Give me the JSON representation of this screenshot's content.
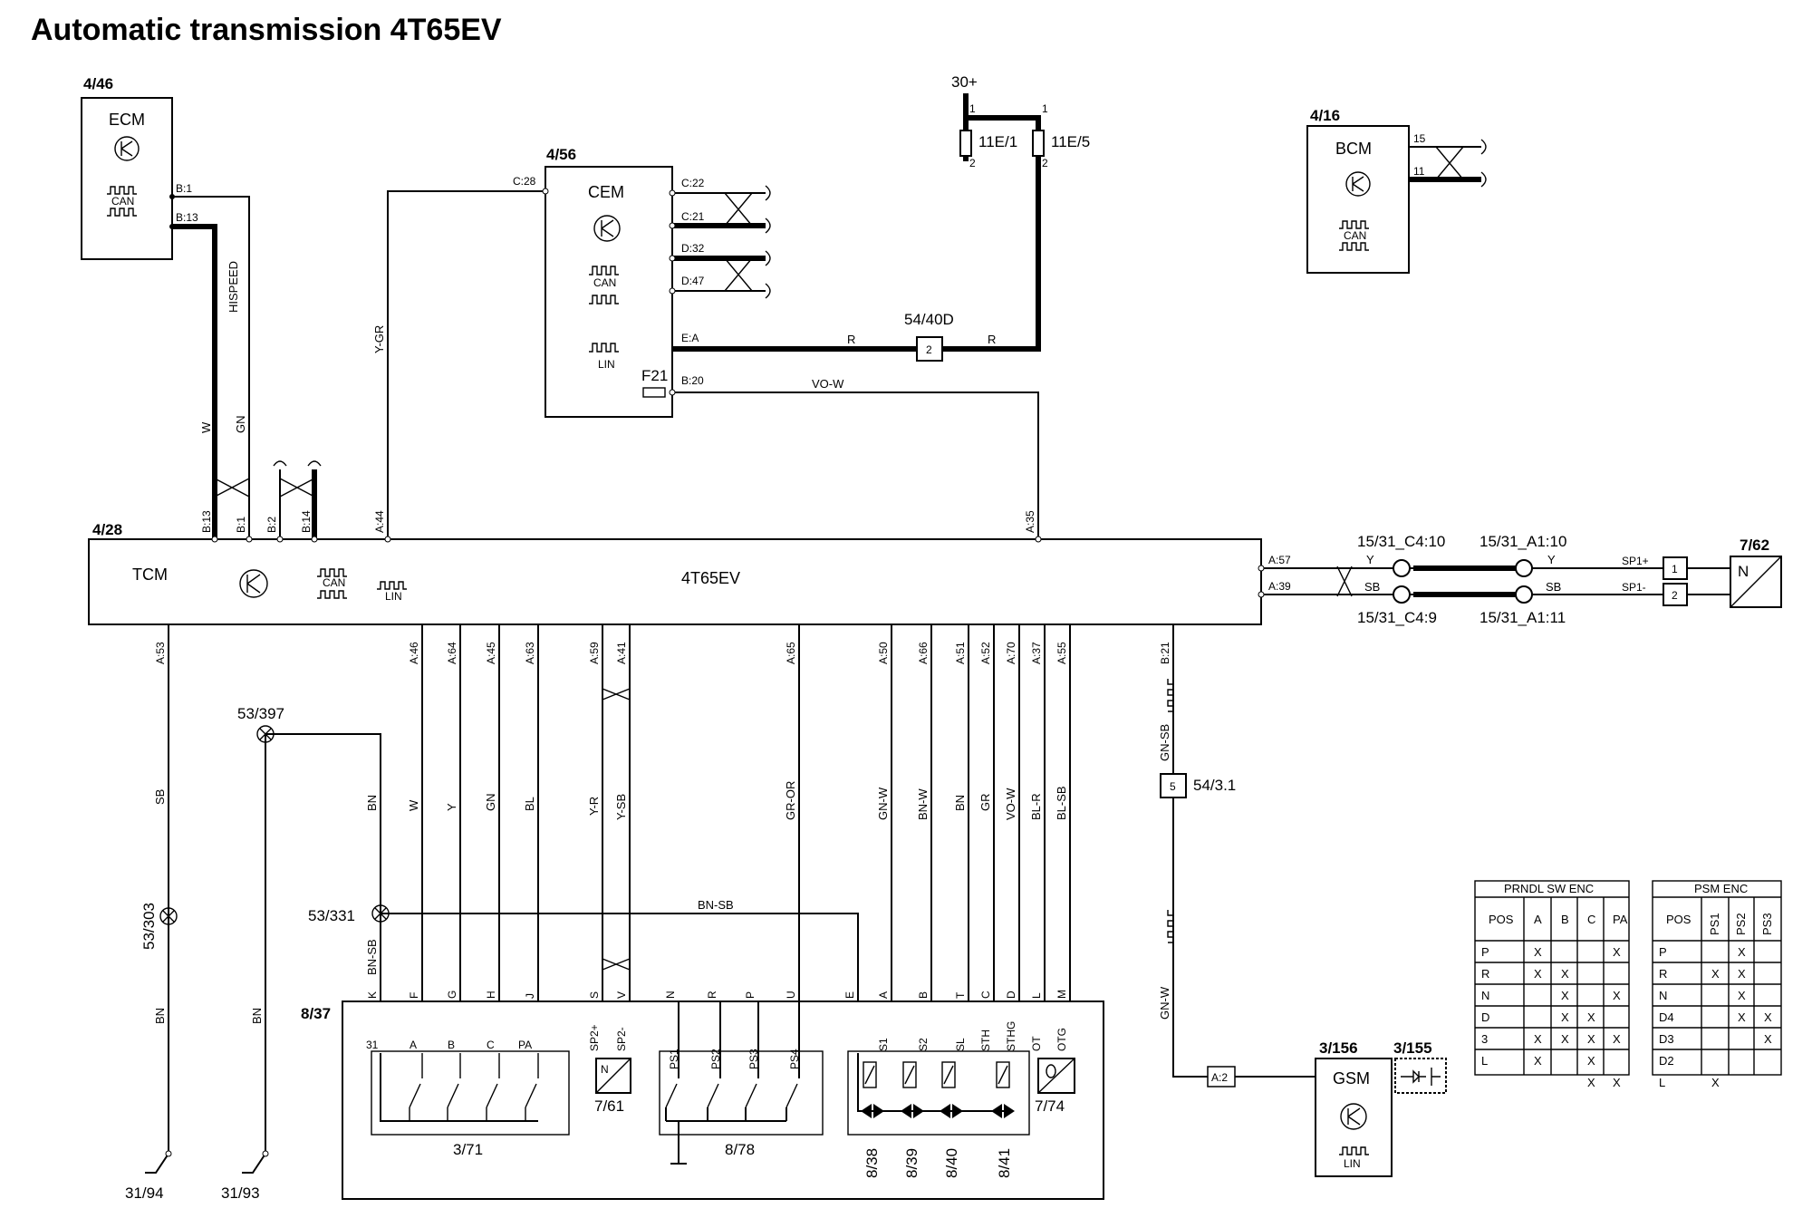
{
  "title": "Automatic transmission 4T65EV",
  "modules": {
    "ecm": {
      "ref": "4/46",
      "name": "ECM",
      "can": "CAN",
      "pins": [
        "B:1",
        "B:13"
      ]
    },
    "cem": {
      "ref": "4/56",
      "name": "CEM",
      "can": "CAN",
      "lin": "LIN",
      "fuse": "F21",
      "pins": [
        "C:28",
        "C:22",
        "C:21",
        "D:32",
        "D:47",
        "E:A",
        "B:20"
      ]
    },
    "bcm": {
      "ref": "4/16",
      "name": "BCM",
      "can": "CAN",
      "pins": [
        "15",
        "11"
      ]
    },
    "tcm": {
      "ref": "4/28",
      "name": "TCM",
      "model": "4T65EV",
      "can": "CAN",
      "lin": "LIN",
      "top_pins": [
        "B:13",
        "B:1",
        "B:2",
        "B:14",
        "A:44",
        "A:35"
      ],
      "right_pins": [
        "A:57",
        "A:39"
      ],
      "bottom_pins": [
        "A:53",
        "A:46",
        "A:64",
        "A:45",
        "A:63",
        "A:59",
        "A:41",
        "A:65",
        "A:50",
        "A:66",
        "A:51",
        "A:52",
        "A:70",
        "A:37",
        "A:55",
        "B:21"
      ]
    },
    "gsm": {
      "ref": "3/156",
      "name": "GSM",
      "lin": "LIN",
      "pin": "A:2"
    },
    "switch": {
      "ref": "3/155"
    },
    "speed_sensor_out": {
      "ref": "7/62",
      "symbol": "N",
      "pins": [
        "1",
        "2"
      ]
    },
    "transmission": {
      "ref": "8/37"
    }
  },
  "power": {
    "supply": "30+",
    "fuse_a": "11E/1",
    "fuse_b": "11E/5",
    "pin1": "1",
    "pin2": "2",
    "connector": "54/40D",
    "connector_pin": "2"
  },
  "wire_colors": {
    "hispeed": "HISPEED",
    "w": "W",
    "gn": "GN",
    "ygr": "Y-GR",
    "r": "R",
    "vow": "VO-W",
    "sb": "SB",
    "bn": "BN",
    "y": "Y",
    "bl": "BL",
    "yr": "Y-R",
    "ysb": "Y-SB",
    "gror": "GR-OR",
    "gnw": "GN-W",
    "bnw": "BN-W",
    "gr": "GR",
    "blr": "BL-R",
    "blsb": "BL-SB",
    "gnsb": "GN-SB",
    "bnsb": "BN-SB"
  },
  "splices": {
    "s397": "53/397",
    "s303": "53/303",
    "s331": "53/331",
    "bus": "BN-SB"
  },
  "grounds": [
    "31/94",
    "31/93"
  ],
  "connectors": {
    "c4_10": "15/31_C4:10",
    "a1_10": "15/31_A1:10",
    "c4_9": "15/31_C4:9",
    "a1_11": "15/31_A1:11",
    "c54": "54/3.1",
    "c54_pin": "5",
    "sp1p": "SP1+",
    "sp1m": "SP1-"
  },
  "tr_pins": [
    "K",
    "F",
    "G",
    "H",
    "J",
    "S",
    "V",
    "N",
    "R",
    "P",
    "U",
    "E",
    "A",
    "B",
    "T",
    "C",
    "D",
    "L",
    "M"
  ],
  "tr_inner": {
    "prndl": [
      "31",
      "A",
      "B",
      "C",
      "PA"
    ],
    "sp": [
      "SP2+",
      "SP2-"
    ],
    "ps": [
      "PS1",
      "PS2",
      "PS3",
      "PS4"
    ],
    "sol": [
      "S1",
      "S2",
      "SL",
      "STH",
      "STHG"
    ],
    "temp": [
      "OT",
      "OTG"
    ]
  },
  "tr_refs": {
    "prndl": "3/71",
    "speed_in": "7/61",
    "psm": "8/78",
    "s1": "8/38",
    "s2": "8/39",
    "s3": "8/40",
    "s4": "8/41",
    "temp": "7/74"
  },
  "prndl_table": {
    "title": "PRNDL SW ENC",
    "headers": [
      "POS",
      "A",
      "B",
      "C",
      "PA"
    ],
    "rows": [
      [
        "P",
        "X",
        "",
        "",
        "X"
      ],
      [
        "R",
        "X",
        "X",
        "",
        ""
      ],
      [
        "N",
        "",
        "X",
        "",
        "X"
      ],
      [
        "D",
        "",
        "X",
        "X",
        ""
      ],
      [
        "3",
        "X",
        "X",
        "X",
        "X"
      ],
      [
        "L",
        "X",
        "",
        "X",
        ""
      ],
      [
        "",
        "",
        "",
        "X",
        "X"
      ]
    ]
  },
  "psm_table": {
    "title": "PSM ENC",
    "headers": [
      "POS",
      "PS1",
      "PS2",
      "PS3"
    ],
    "rows": [
      [
        "P",
        "",
        "X",
        ""
      ],
      [
        "R",
        "X",
        "X",
        ""
      ],
      [
        "N",
        "",
        "X",
        ""
      ],
      [
        "D4",
        "",
        "X",
        "X"
      ],
      [
        "D3",
        "",
        "",
        "X"
      ],
      [
        "D2",
        "",
        "",
        ""
      ],
      [
        "L",
        "X",
        "",
        ""
      ]
    ]
  }
}
